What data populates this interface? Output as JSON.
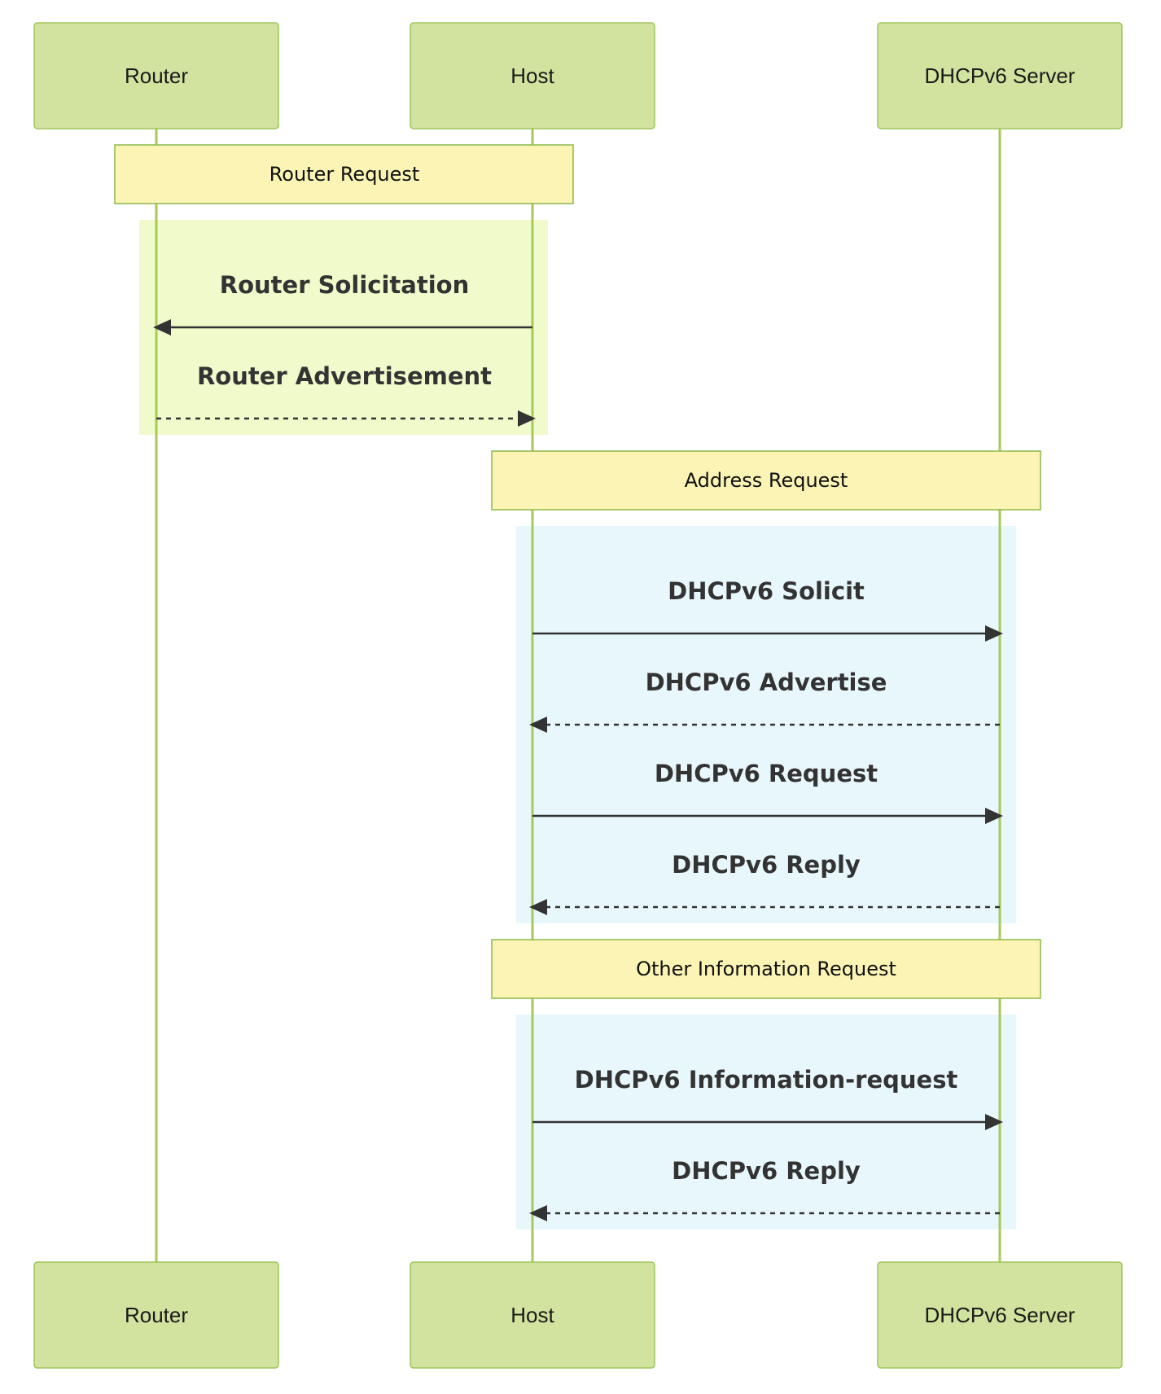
{
  "participants": [
    {
      "id": "router",
      "name": "Router"
    },
    {
      "id": "host",
      "name": "Host"
    },
    {
      "id": "dhcp",
      "name": "DHCPv6 Server"
    }
  ],
  "colors": {
    "actor_fill": "#d2e29f",
    "actor_border": "#9fc65a",
    "lifeline": "#a6c958",
    "note_fill": "#fbf4b4",
    "note_border": "#8cb84a",
    "group_router_request": "#f0facb",
    "group_dhcp": "#e8f7fc",
    "arrow": "#333333"
  },
  "sections": [
    {
      "note": "Router Request",
      "background": "#f0facb",
      "messages": [
        {
          "label": "Router Solicitation",
          "from": "host",
          "to": "router",
          "style": "solid"
        },
        {
          "label": "Router Advertisement",
          "from": "router",
          "to": "host",
          "style": "dashed"
        }
      ]
    },
    {
      "note": "Address Request",
      "background": "#e8f7fc",
      "messages": [
        {
          "label": "DHCPv6 Solicit",
          "from": "host",
          "to": "dhcp",
          "style": "solid"
        },
        {
          "label": "DHCPv6 Advertise",
          "from": "dhcp",
          "to": "host",
          "style": "dashed"
        },
        {
          "label": "DHCPv6 Request",
          "from": "host",
          "to": "dhcp",
          "style": "solid"
        },
        {
          "label": "DHCPv6 Reply",
          "from": "dhcp",
          "to": "host",
          "style": "dashed"
        }
      ]
    },
    {
      "note": "Other Information Request",
      "background": "#e8f7fc",
      "messages": [
        {
          "label": "DHCPv6 Information-request",
          "from": "host",
          "to": "dhcp",
          "style": "solid"
        },
        {
          "label": "DHCPv6 Reply",
          "from": "dhcp",
          "to": "host",
          "style": "dashed"
        }
      ]
    }
  ]
}
